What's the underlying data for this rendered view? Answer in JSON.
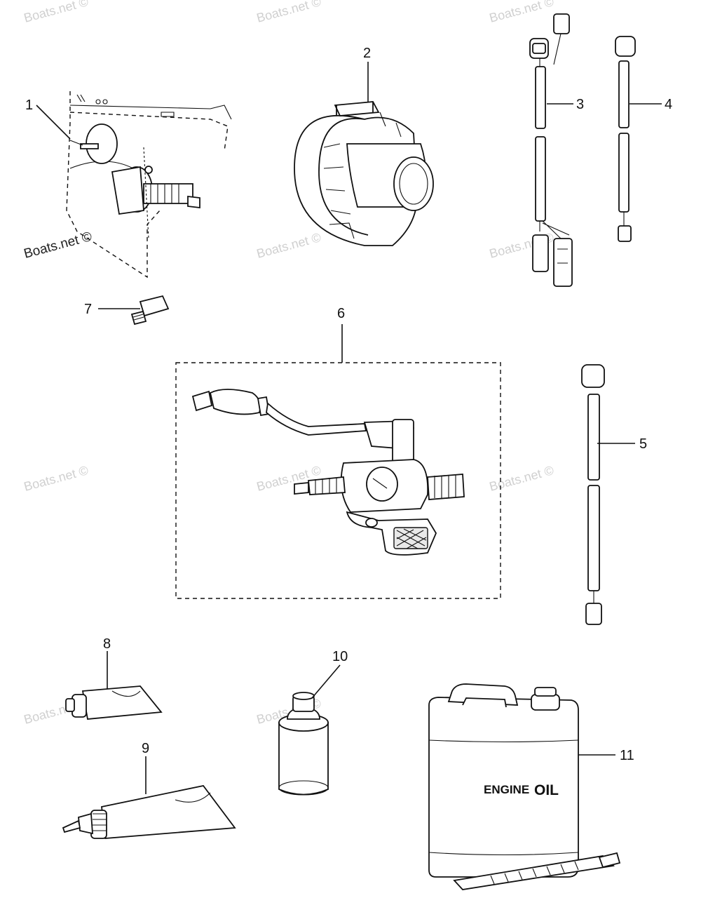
{
  "callouts": [
    "1",
    "2",
    "3",
    "4",
    "5",
    "6",
    "7",
    "8",
    "9",
    "10",
    "11"
  ],
  "watermark": "Boats.net ©",
  "oil_label": {
    "engine": "ENGINE",
    "oil": "OIL"
  }
}
